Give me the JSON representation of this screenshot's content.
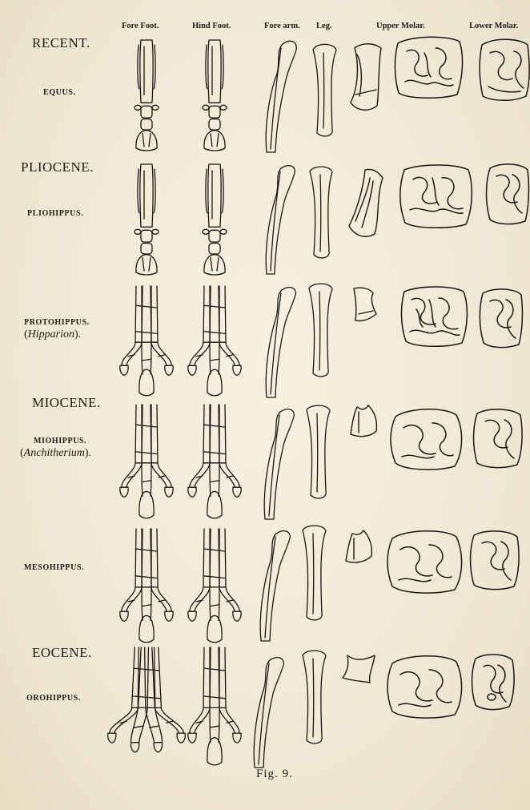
{
  "columns": {
    "fore_foot": "Fore Foot.",
    "hind_foot": "Hind Foot.",
    "fore_arm": "Fore arm.",
    "leg": "Leg.",
    "upper_molar": "Upper Molar.",
    "lower_molar": "Lower Molar."
  },
  "rows": [
    {
      "epoch": "RECENT.",
      "genus": "EQUUS.",
      "toes": 1
    },
    {
      "epoch": "PLIOCENE.",
      "genus": "PLIOHIPPUS.",
      "toes": 1
    },
    {
      "genus": "PROTOHIPPUS.",
      "alias_open": "(",
      "alias_name": "Hipparion",
      "alias_close": ").",
      "toes": 3
    },
    {
      "epoch": "MIOCENE.",
      "genus": "MIOHIPPUS.",
      "alias_open": "(",
      "alias_name": "Anchitherium",
      "alias_close": ").",
      "toes": 3
    },
    {
      "genus": "MESOHIPPUS.",
      "toes": 3
    },
    {
      "epoch": "EOCENE.",
      "genus": "OROHIPPUS.",
      "fore_toes": 4,
      "hind_toes": 3
    }
  ],
  "caption": "Fig. 9.",
  "colors": {
    "paper": "#f3ecdb",
    "ink": "#1a1712"
  }
}
